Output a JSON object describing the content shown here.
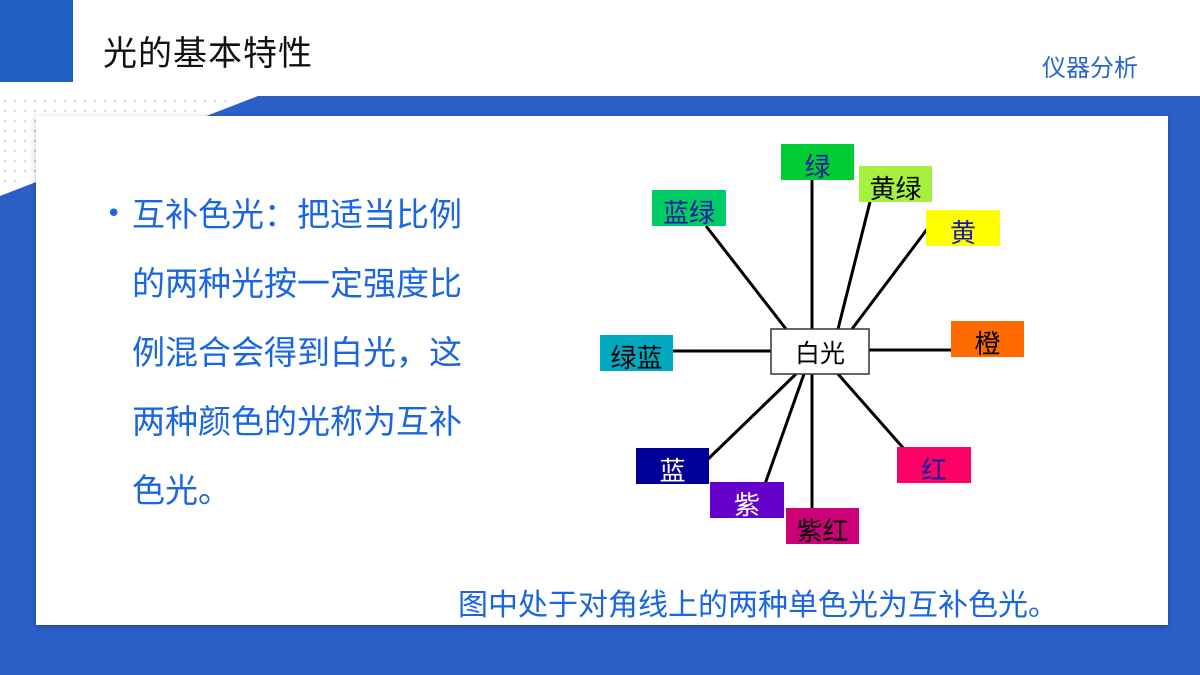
{
  "header": {
    "title": "光的基本特性",
    "course": "仪器分析"
  },
  "bullet": {
    "lines": [
      "互补色光：把适当比例",
      "的两种光按一定强度比",
      "例混合会得到白光，这",
      "两种颜色的光称为互补",
      "色光。"
    ]
  },
  "diagram": {
    "center": "白光",
    "colors": [
      {
        "label": "绿",
        "fill": "#00cc33",
        "text": "#1a1aa0"
      },
      {
        "label": "黄绿",
        "fill": "#a6f040",
        "text": "#000000"
      },
      {
        "label": "黄",
        "fill": "#ffff00",
        "text": "#1a1aa0"
      },
      {
        "label": "橙",
        "fill": "#ff6a00",
        "text": "#000000"
      },
      {
        "label": "红",
        "fill": "#ff0066",
        "text": "#1a1aa0"
      },
      {
        "label": "紫红",
        "fill": "#cc0077",
        "text": "#000000"
      },
      {
        "label": "紫",
        "fill": "#6600cc",
        "text": "#ffffff"
      },
      {
        "label": "蓝",
        "fill": "#000099",
        "text": "#ffffff"
      },
      {
        "label": "绿蓝",
        "fill": "#00a8c0",
        "text": "#000000"
      },
      {
        "label": "蓝绿",
        "fill": "#00cc66",
        "text": "#1a1aa0"
      }
    ]
  },
  "caption": "图中处于对角线上的两种单色光为互补色光。",
  "theme": {
    "accent": "#1f5fc4",
    "text_blue": "#1a66e0"
  }
}
